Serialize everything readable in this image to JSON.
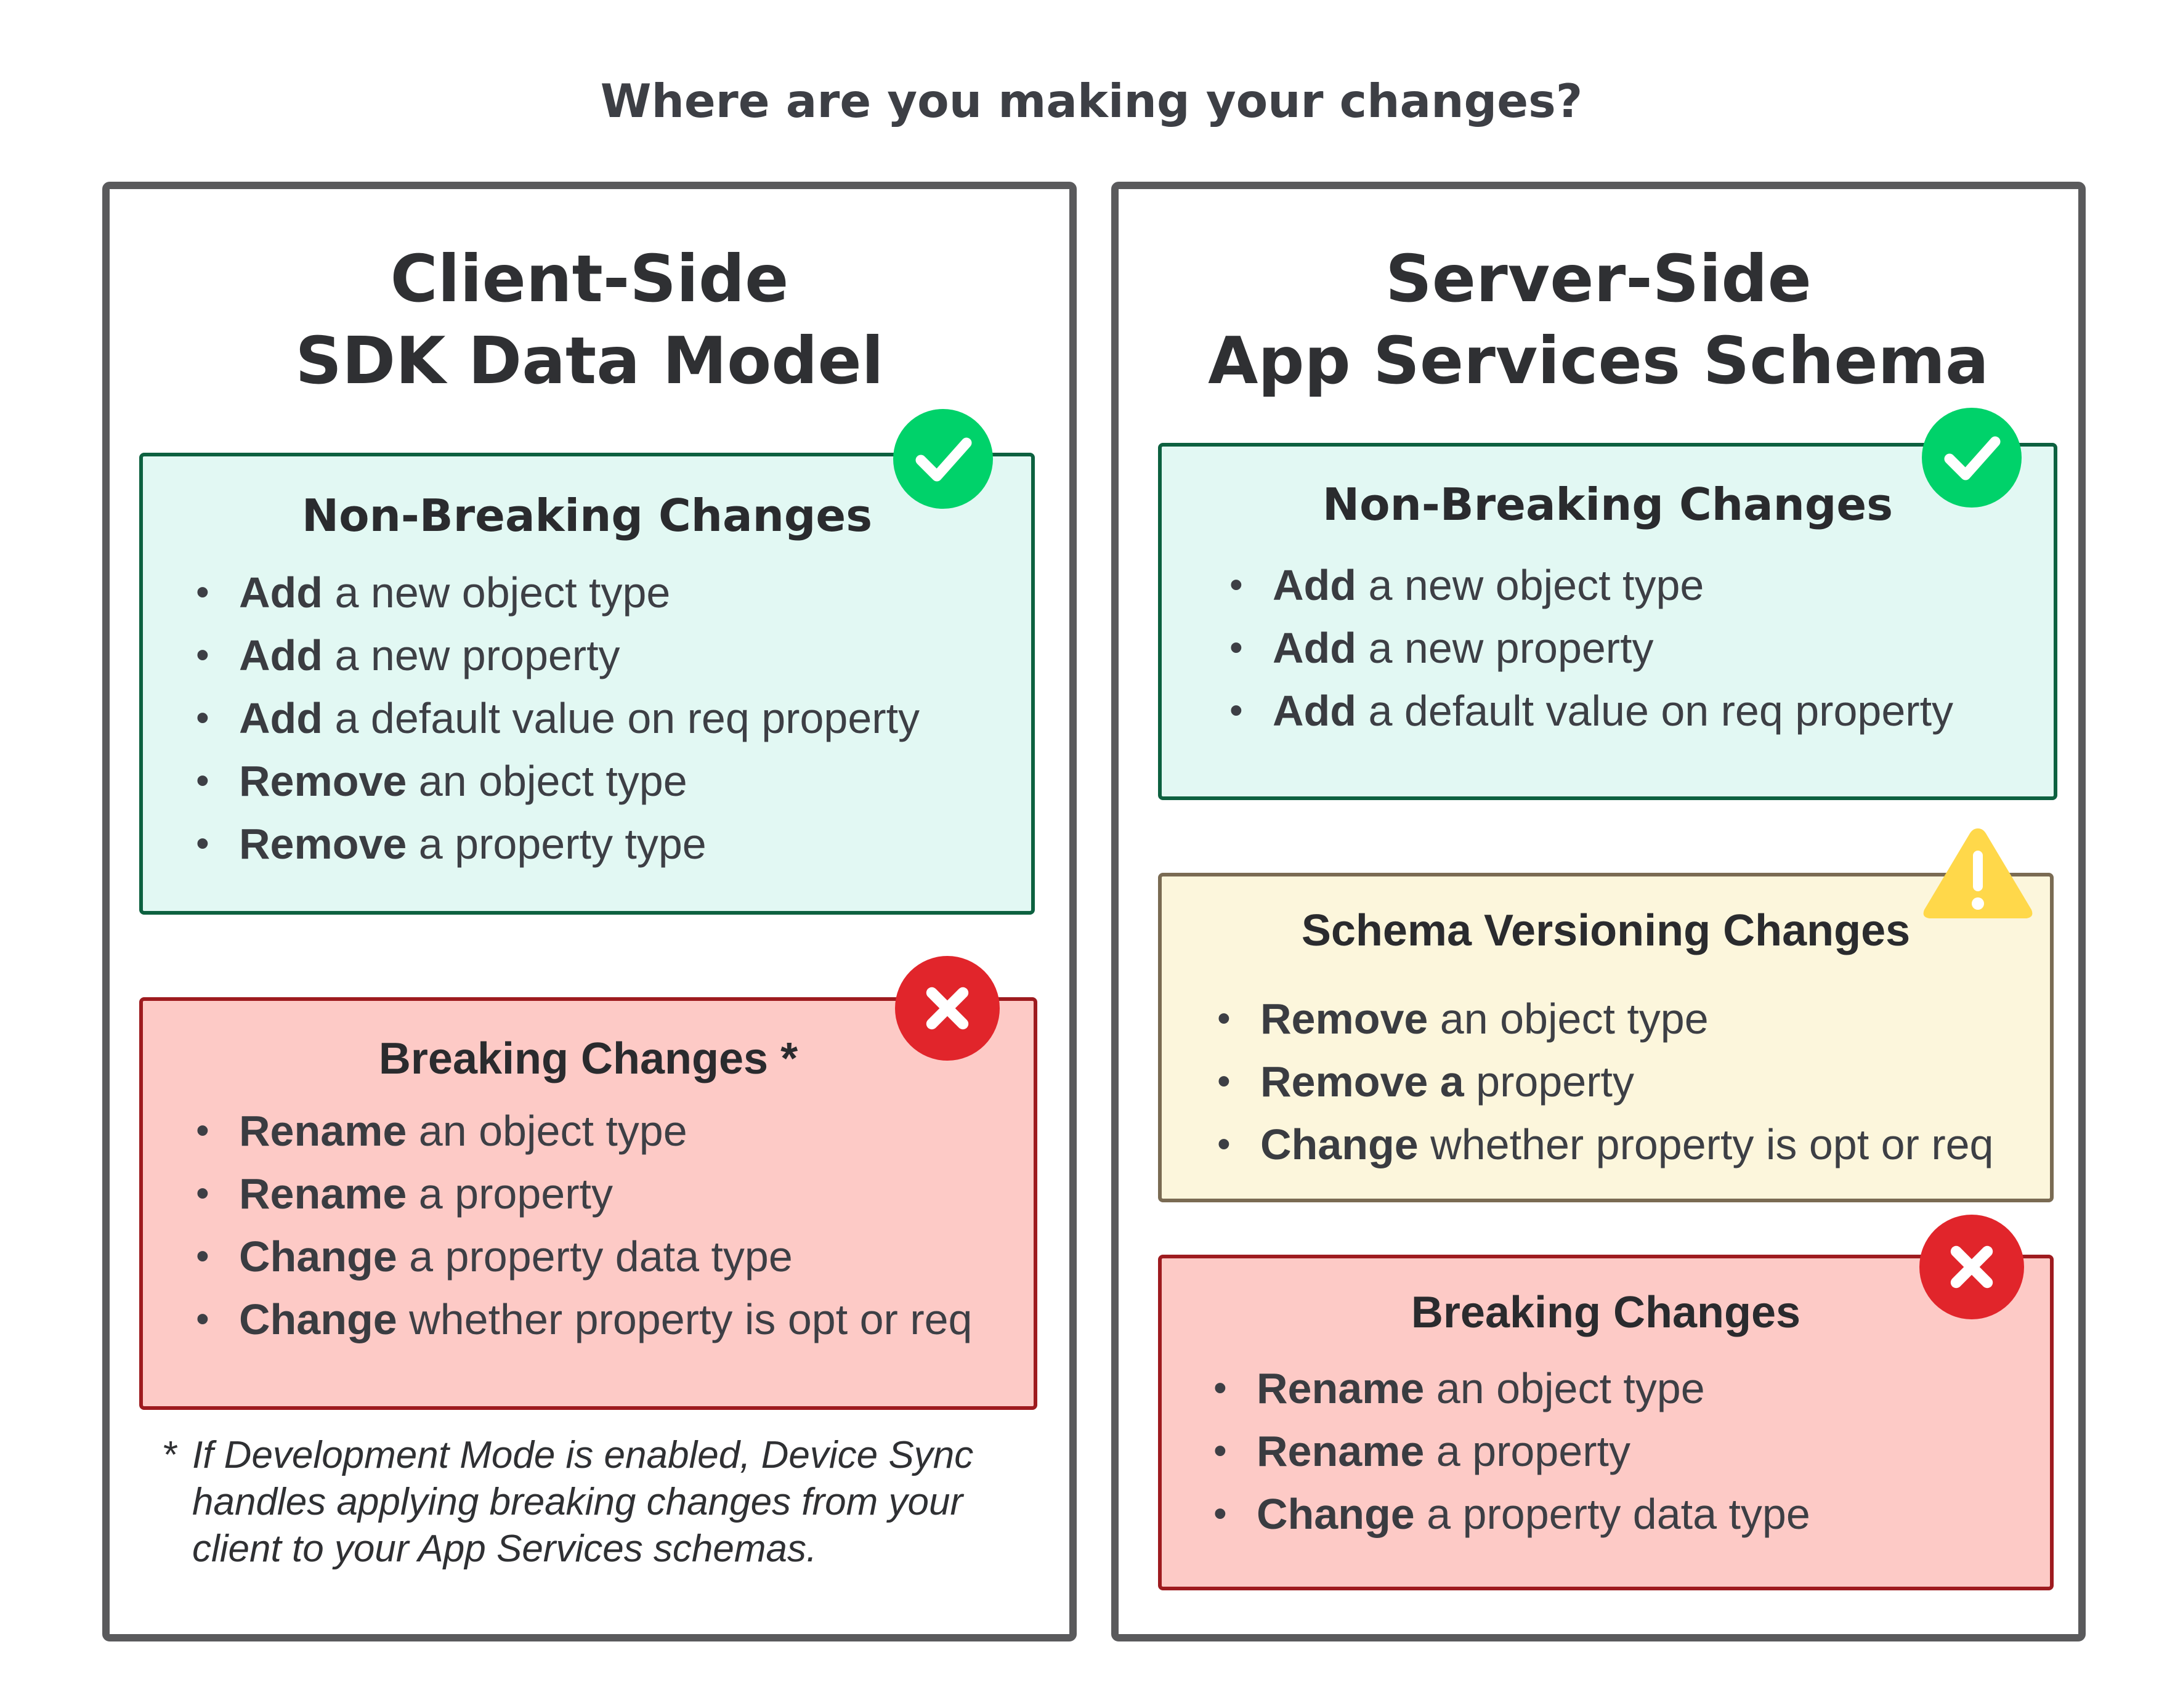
{
  "heading": "Where are you making your changes?",
  "client": {
    "title_line1": "Client-Side",
    "title_line2": "SDK Data Model",
    "non_breaking": {
      "title": "Non-Breaking Changes",
      "icon": "check-icon",
      "items": [
        {
          "bold": "Add",
          "rest": " a new object type"
        },
        {
          "bold": "Add",
          "rest": " a new property"
        },
        {
          "bold": "Add",
          "rest": " a default value on req property"
        },
        {
          "bold": "Remove",
          "rest": " an object type"
        },
        {
          "bold": "Remove",
          "rest": " a property type"
        }
      ]
    },
    "breaking": {
      "title": "Breaking Changes *",
      "icon": "x-icon",
      "items": [
        {
          "bold": "Rename",
          "rest": " an object type"
        },
        {
          "bold": "Rename",
          "rest": " a property"
        },
        {
          "bold": "Change",
          "rest": " a property data type"
        },
        {
          "bold": "Change",
          "rest": " whether property is opt or req"
        }
      ]
    },
    "footnote": {
      "marker": "*",
      "line1": "If Development Mode is enabled, Device Sync",
      "line2": "handles applying breaking changes from your",
      "line3": "client to your App Services schemas."
    }
  },
  "server": {
    "title_line1": "Server-Side",
    "title_line2": "App Services Schema",
    "non_breaking": {
      "title": "Non-Breaking Changes",
      "icon": "check-icon",
      "items": [
        {
          "bold": "Add",
          "rest": " a new object type"
        },
        {
          "bold": "Add",
          "rest": " a new property"
        },
        {
          "bold": "Add",
          "rest": " a default value on req property"
        }
      ]
    },
    "versioning": {
      "title": "Schema Versioning Changes",
      "icon": "warning-icon",
      "items": [
        {
          "bold": "Remove",
          "rest": " an object type"
        },
        {
          "bold": "Remove a",
          "rest": " property"
        },
        {
          "bold": "Change",
          "rest": " whether property is opt or req"
        }
      ]
    },
    "breaking": {
      "title": "Breaking Changes",
      "icon": "x-icon",
      "items": [
        {
          "bold": "Rename",
          "rest": " an object type"
        },
        {
          "bold": "Rename",
          "rest": " a property"
        },
        {
          "bold": "Change",
          "rest": " a property data type"
        }
      ]
    }
  },
  "colors": {
    "green_fill": "#e2f8f3",
    "green_border": "#0d6140",
    "check": "#00d26a",
    "red_fill": "#fdcac6",
    "red_border": "#9e1b1f",
    "cross": "#e1252b",
    "yellow_fill": "#fcf6dc",
    "yellow_border": "#7a6b53",
    "warning": "#ffd84a"
  }
}
